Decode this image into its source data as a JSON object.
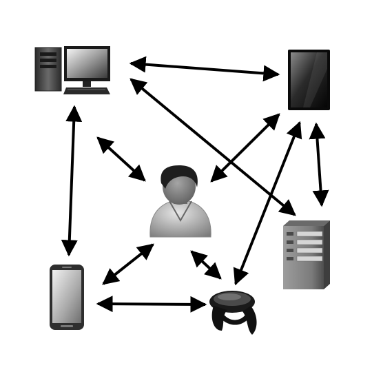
{
  "diagram": {
    "nodes": [
      {
        "id": "desktop",
        "icon": "desktop-computer-icon"
      },
      {
        "id": "tablet",
        "icon": "tablet-icon"
      },
      {
        "id": "user",
        "icon": "user-avatar-icon"
      },
      {
        "id": "server",
        "icon": "server-rack-icon"
      },
      {
        "id": "phone",
        "icon": "smartphone-icon"
      },
      {
        "id": "wearable",
        "icon": "smart-band-icon"
      }
    ],
    "connections": [
      {
        "from": "desktop",
        "to": "tablet",
        "direction": "bidirectional"
      },
      {
        "from": "desktop",
        "to": "server",
        "direction": "bidirectional"
      },
      {
        "from": "desktop",
        "to": "phone",
        "direction": "bidirectional"
      },
      {
        "from": "desktop",
        "to": "user",
        "direction": "bidirectional"
      },
      {
        "from": "tablet",
        "to": "user",
        "direction": "bidirectional"
      },
      {
        "from": "tablet",
        "to": "server",
        "direction": "bidirectional"
      },
      {
        "from": "tablet",
        "to": "wearable",
        "direction": "bidirectional"
      },
      {
        "from": "user",
        "to": "phone",
        "direction": "bidirectional"
      },
      {
        "from": "user",
        "to": "wearable",
        "direction": "bidirectional"
      },
      {
        "from": "phone",
        "to": "wearable",
        "direction": "bidirectional"
      }
    ],
    "colors": {
      "arrow": "#000000",
      "background": "#ffffff"
    }
  }
}
